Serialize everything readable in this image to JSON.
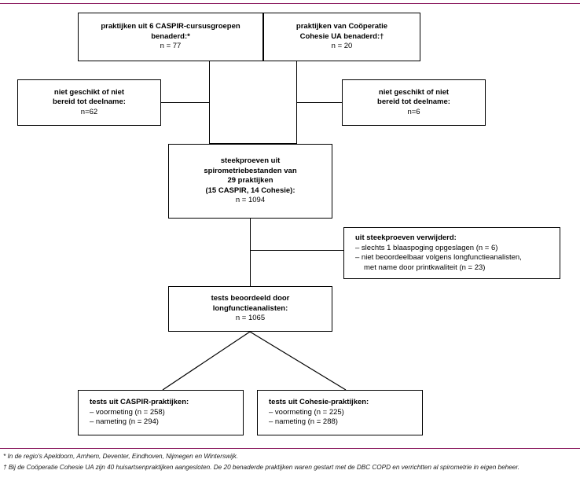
{
  "diagram": {
    "title_hidden": "Stroomdiagram spirometrie CASPIR en Cohesie",
    "boxes": {
      "caspir_groups": {
        "lines": [
          "praktijken uit 6 CASPIR-cursusgroepen",
          "benaderd:*",
          "n = 77"
        ]
      },
      "cohesie_groups": {
        "lines": [
          "praktijken van Coöperatie",
          "Cohesie UA benaderd:†",
          "n = 20"
        ]
      },
      "excluded_left": {
        "lines": [
          "niet geschikt of niet",
          "bereid tot deelname:",
          "n=62"
        ]
      },
      "excluded_right": {
        "lines": [
          "niet geschikt of niet",
          "bereid tot deelname:",
          "n=6"
        ]
      },
      "samples": {
        "lines": [
          "steekproeven uit",
          "spirometriebestanden van",
          "29 praktijken",
          "(15 CASPIR, 14 Cohesie):",
          "n = 1094"
        ]
      },
      "removed": {
        "lines": [
          "uit steekproeven verwijderd:",
          "– slechts 1 blaaspoging opgeslagen (n = 6)",
          "– niet beoordeelbaar volgens longfunctieanalisten,",
          "met name door printkwaliteit (n = 23)"
        ]
      },
      "assessed": {
        "lines": [
          "tests beoordeeld door",
          "longfunctieanalisten:",
          "n = 1065"
        ]
      },
      "caspir_tests": {
        "lines": [
          "tests uit CASPIR-praktijken:",
          "– voormeting (n = 258)",
          "– nameting (n = 294)"
        ]
      },
      "cohesie_tests": {
        "lines": [
          "tests uit Cohesie-praktijken:",
          "– voormeting (n = 225)",
          "– nameting (n = 288)"
        ]
      }
    },
    "footnotes": {
      "one": "* In de regio's Apeldoorn, Arnhem, Deventer, Eindhoven, Nijmegen en Winterswijk.",
      "two": "† Bij de Coöperatie Cohesie UA zijn 40 huisartsenpraktijken aangesloten. De 20 benaderde praktijken waren gestart met de DBC COPD en verrichtten al spirometrie in eigen beheer."
    },
    "colors": {
      "rule": "#8a1a5e",
      "line": "#000000",
      "text": "#000000",
      "background": "#ffffff"
    }
  }
}
